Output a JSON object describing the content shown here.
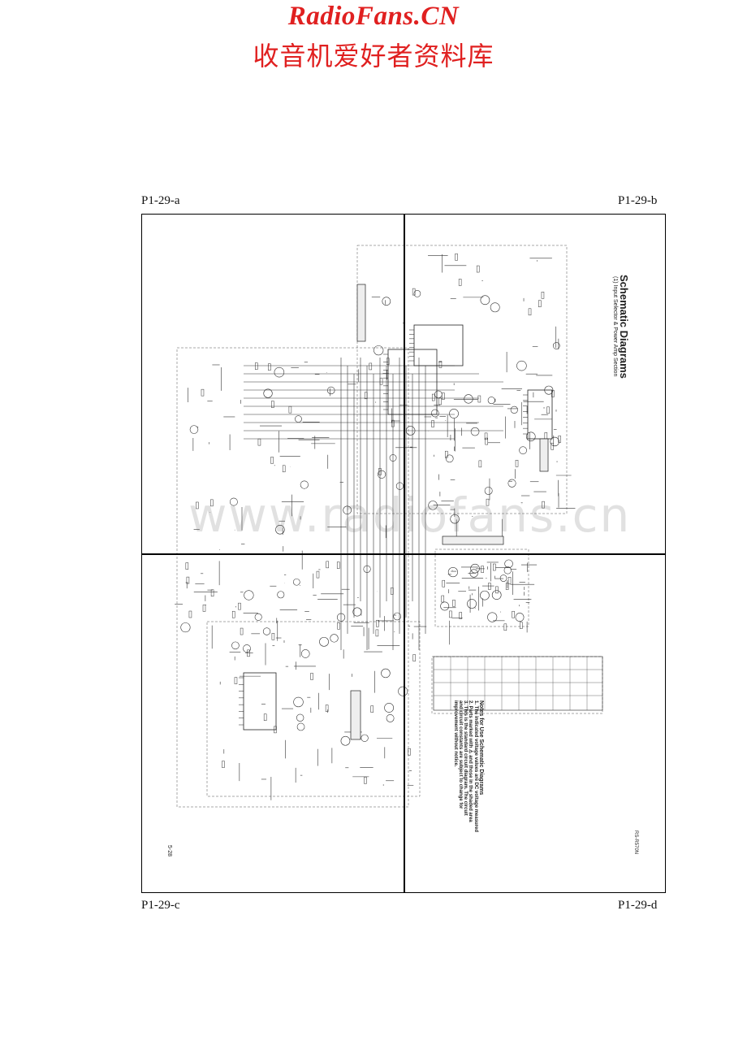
{
  "brand": {
    "title": "RadioFans.CN",
    "subtitle": "收音机爱好者资料库",
    "color": "#e02020"
  },
  "page_labels": {
    "top_left": "P1-29-a",
    "top_right": "P1-29-b",
    "bottom_left": "P1-29-c",
    "bottom_right": "P1-29-d"
  },
  "schematic": {
    "title": "Schematic Diagrams",
    "section": "(1) Input Selector & Power Amp Section",
    "notes_heading": "Notes for Use Schematic Diagrams",
    "notes": [
      "1. The indicated voltage values are DC voltage measured",
      "2. Parts marked with ⚠ and those in the shaded area",
      "3. This is the standard circuit diagram. The circuit",
      "and circuit constants are subject to change for",
      "improvement without notice."
    ],
    "page_number": "5-28",
    "doc_code": "RS-R570N",
    "watermark": "www.radiofans.cn"
  }
}
